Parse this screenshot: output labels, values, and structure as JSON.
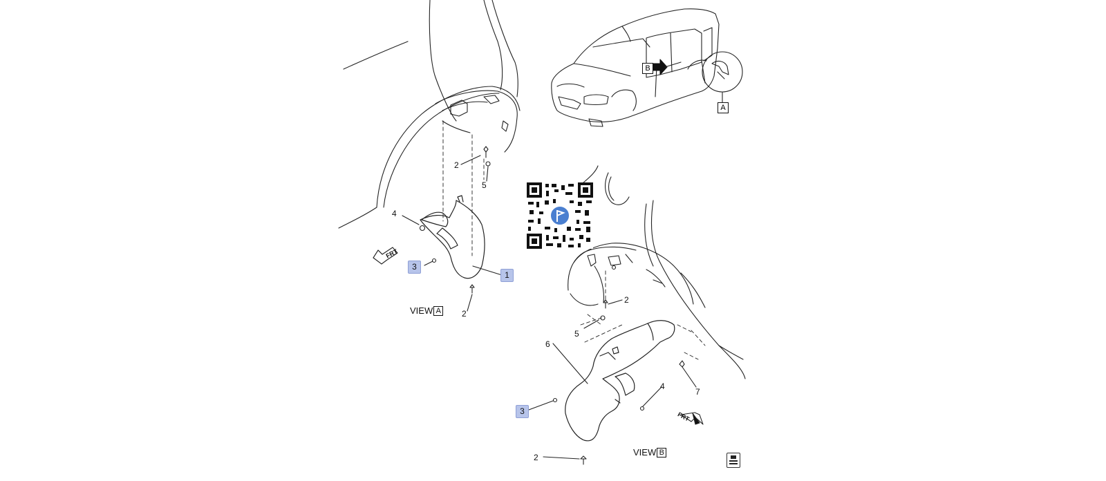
{
  "labels": {
    "view_a_1": "1",
    "view_a_2_top": "2",
    "view_a_5": "5",
    "view_a_4": "4",
    "view_a_3": "3",
    "view_a_2_bottom": "2",
    "view_b_2_top": "2",
    "view_b_5": "5",
    "view_b_6": "6",
    "view_b_4": "4",
    "view_b_7": "7",
    "view_b_3": "3",
    "view_b_2_bottom": "2"
  },
  "views": {
    "view_a_text": "VIEW",
    "view_a_letter": "A",
    "view_b_text": "VIEW",
    "view_b_letter": "B"
  },
  "callouts": {
    "car_b": "B",
    "car_a": "A"
  },
  "direction": {
    "frt_a": "FRT",
    "frt_b": "FRT"
  },
  "colors": {
    "line": "#222222",
    "highlight": "#b7c4ea",
    "qr_badge": "#4a7fd0"
  },
  "icons": {
    "qr": "qr-code",
    "corner": "battery-icon"
  }
}
